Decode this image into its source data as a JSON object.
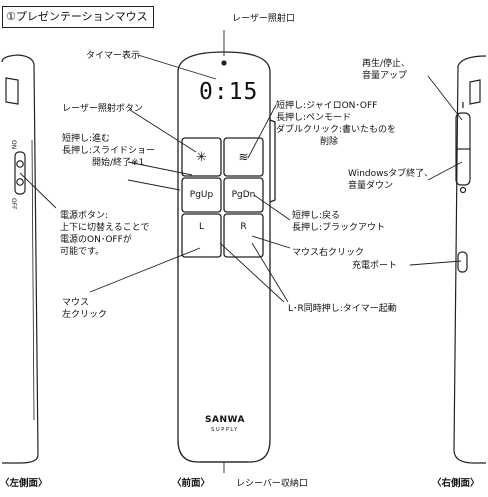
{
  "title": "①プレゼンテーションマウス",
  "device": {
    "display_time": "0:15",
    "buttons": {
      "laser": "✳",
      "jyro": "≋",
      "pgup": "PgUp",
      "pgdn": "PgDn",
      "left": "L",
      "right": "R"
    },
    "brand": "SANWA",
    "brand_sub": "SUPPLY",
    "switch_on": "ON",
    "switch_off": "OFF"
  },
  "labels": {
    "laser_port": "レーザー照射口",
    "timer_display": "タイマー表示",
    "laser_button": "レーザー照射ボタン",
    "pgup_line1": "短押し:進む",
    "pgup_line2": "長押し:スライドショー",
    "pgup_line3": "開始/終了※1",
    "power_line1": "電源ボタン:",
    "power_line2": "上下に切替えることで",
    "power_line3": "電源のON･OFFが",
    "power_line4": "可能です。",
    "mouse_left_line1": "マウス",
    "mouse_left_line2": "左クリック",
    "jyro_line1": "短押し:ジャイロON･OFF",
    "jyro_line2": "長押し:ペンモード",
    "jyro_line3": "ダブルクリック:書いたものを",
    "jyro_line4": "削除",
    "pgdn_line1": "短押し:戻る",
    "pgdn_line2": "長押し:ブラックアウト",
    "mouse_right": "マウス右クリック",
    "lr_timer": "L･R同時押し:タイマー起動",
    "play_line1": "再生/停止、",
    "play_line2": "音量アップ",
    "windows_line1": "Windowsタブ終了、",
    "windows_line2": "音量ダウン",
    "charge_port": "充電ポート",
    "receiver": "レシーバー収納口"
  },
  "views": {
    "left": "〈左側面〉",
    "front": "〈前面〉",
    "right": "〈右側面〉"
  }
}
